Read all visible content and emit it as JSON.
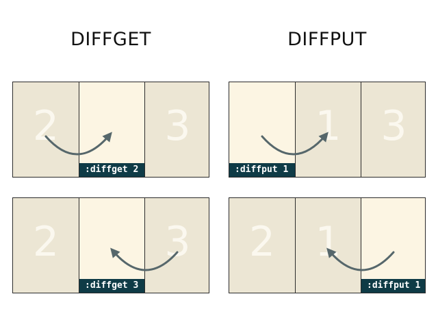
{
  "headings": {
    "diffget": "DIFFGET",
    "diffput": "DIFFPUT"
  },
  "panels": [
    {
      "panes": [
        {
          "label": "2",
          "active": false
        },
        {
          "label": "",
          "active": true
        },
        {
          "label": "3",
          "active": false
        }
      ],
      "command": ":diffget 2",
      "command_pane": 1,
      "arrow": {
        "from_pane": 0,
        "to_pane": 1
      }
    },
    {
      "panes": [
        {
          "label": "",
          "active": true
        },
        {
          "label": "1",
          "active": false
        },
        {
          "label": "3",
          "active": false
        }
      ],
      "command": ":diffput 1",
      "command_pane": 0,
      "arrow": {
        "from_pane": 0,
        "to_pane": 1
      }
    },
    {
      "panes": [
        {
          "label": "2",
          "active": false
        },
        {
          "label": "",
          "active": true
        },
        {
          "label": "3",
          "active": false
        }
      ],
      "command": ":diffget 3",
      "command_pane": 1,
      "arrow": {
        "from_pane": 2,
        "to_pane": 1
      }
    },
    {
      "panes": [
        {
          "label": "2",
          "active": false
        },
        {
          "label": "1",
          "active": false
        },
        {
          "label": "",
          "active": true
        }
      ],
      "command": ":diffput 1",
      "command_pane": 2,
      "arrow": {
        "from_pane": 2,
        "to_pane": 1
      }
    }
  ],
  "colors": {
    "active_pane": "#fcf5e3",
    "inactive_pane": "#ece6d4",
    "command_bar": "#0f3b46",
    "arrow": "#56676b",
    "pane_number": "#fbf8ef"
  }
}
